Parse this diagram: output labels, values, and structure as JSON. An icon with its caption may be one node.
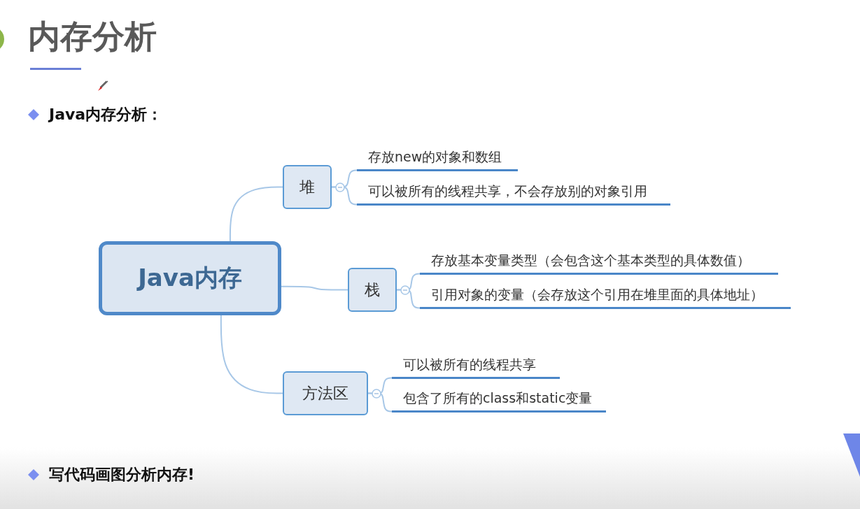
{
  "diagram": {
    "title": "内存分析",
    "nodes": [
      {
        "text": [
          "Java内存"
        ]
      },
      {
        "text": [
          "堆"
        ]
      },
      {
        "text": [
          "存放new的对象和数组"
        ]
      },
      {
        "text": [
          "可以被所有的线程共享，不会存放别的对象引用"
        ]
      },
      {
        "text": [
          "栈"
        ]
      },
      {
        "text": [
          "存放基本变量类型（会包含这个基本类型的具体数值）"
        ]
      },
      {
        "text": [
          "引用对象的变量（会存放这个引用在堆里面的具体地址）"
        ]
      },
      {
        "text": [
          "方法区"
        ]
      },
      {
        "text": [
          "可以被所有的线程共享"
        ]
      },
      {
        "text": [
          "包含了所有的class和static变量"
        ]
      }
    ],
    "edges": [
      {
        "from": 0,
        "to": 1,
        "arrow": "none"
      },
      {
        "from": 0,
        "to": 4,
        "arrow": "none"
      },
      {
        "from": 0,
        "to": 7,
        "arrow": "none"
      },
      {
        "from": 1,
        "to": 2,
        "arrow": "none"
      },
      {
        "from": 1,
        "to": 3,
        "arrow": "none"
      },
      {
        "from": 4,
        "to": 5,
        "arrow": "none"
      },
      {
        "from": 4,
        "to": 6,
        "arrow": "none"
      },
      {
        "from": 7,
        "to": 8,
        "arrow": "none"
      },
      {
        "from": 7,
        "to": 9,
        "arrow": "none"
      }
    ],
    "labels": [
      "Java内存分析：",
      "写代码画图分析内存!"
    ]
  }
}
